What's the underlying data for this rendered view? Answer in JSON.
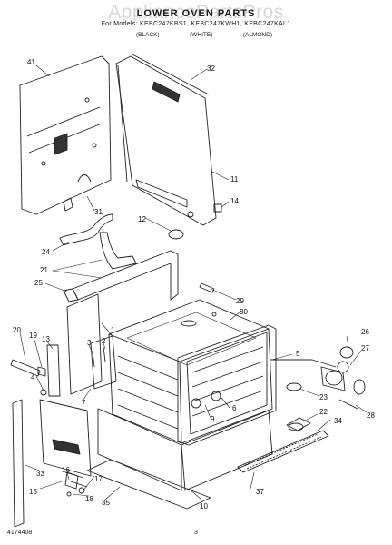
{
  "header": {
    "watermark": "AppliancePartsPros",
    "title": "LOWER OVEN PARTS",
    "subtitle": "For Models: KEBC247KBS1, KEBC247KWH1, KEBC247KAL1",
    "variants": [
      "(BLACK)",
      "(WHITE)",
      "(ALMOND)"
    ]
  },
  "footer": {
    "doc_id": "4174408",
    "page": "3"
  },
  "callouts": [
    {
      "id": "41"
    },
    {
      "id": "32"
    },
    {
      "id": "11"
    },
    {
      "id": "14"
    },
    {
      "id": "31"
    },
    {
      "id": "12"
    },
    {
      "id": "24"
    },
    {
      "id": "21"
    },
    {
      "id": "25"
    },
    {
      "id": "29"
    },
    {
      "id": "30"
    },
    {
      "id": "1"
    },
    {
      "id": "20"
    },
    {
      "id": "19"
    },
    {
      "id": "13"
    },
    {
      "id": "3"
    },
    {
      "id": "2"
    },
    {
      "id": "26"
    },
    {
      "id": "27"
    },
    {
      "id": "5"
    },
    {
      "id": "4"
    },
    {
      "id": "7"
    },
    {
      "id": "9"
    },
    {
      "id": "6"
    },
    {
      "id": "23"
    },
    {
      "id": "28"
    },
    {
      "id": "22"
    },
    {
      "id": "34"
    },
    {
      "id": "33"
    },
    {
      "id": "15"
    },
    {
      "id": "16"
    },
    {
      "id": "17"
    },
    {
      "id": "18"
    },
    {
      "id": "35"
    },
    {
      "id": "37"
    },
    {
      "id": "10"
    }
  ]
}
